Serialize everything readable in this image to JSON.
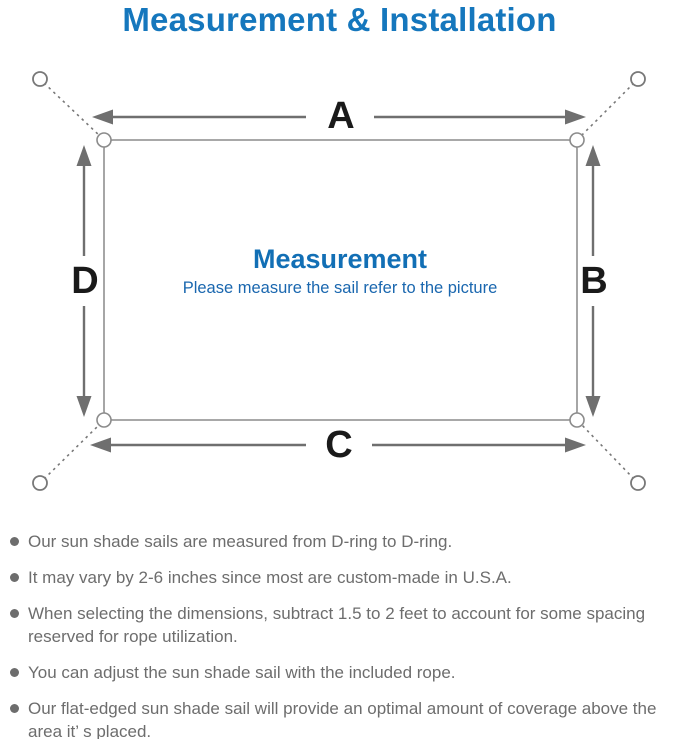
{
  "title": "Measurement & Installation",
  "diagram": {
    "dim_top": "A",
    "dim_right": "B",
    "dim_bottom": "C",
    "dim_left": "D",
    "center_title": "Measurement",
    "center_subtitle": "Please measure the sail refer to the picture"
  },
  "notes": [
    "Our sun shade sails are measured from D-ring to D-ring.",
    "It may vary by 2-6 inches since most are custom-made in U.S.A.",
    "When selecting the dimensions, subtract 1.5 to 2 feet to account for some spacing reserved for rope utilization.",
    "You can adjust the sun shade sail with the included rope.",
    "Our flat-edged sun shade sail will provide an optimal amount of coverage above the area it’ s placed."
  ],
  "colors": {
    "accent_blue": "#1577bd",
    "center_blue": "#126fb5",
    "subtitle_blue": "#1a67af",
    "arrow_gray": "#6f6f6f",
    "outline_gray": "#9c9c9c",
    "text_gray": "#6d6d6d",
    "label_black": "#1a1a1a"
  }
}
